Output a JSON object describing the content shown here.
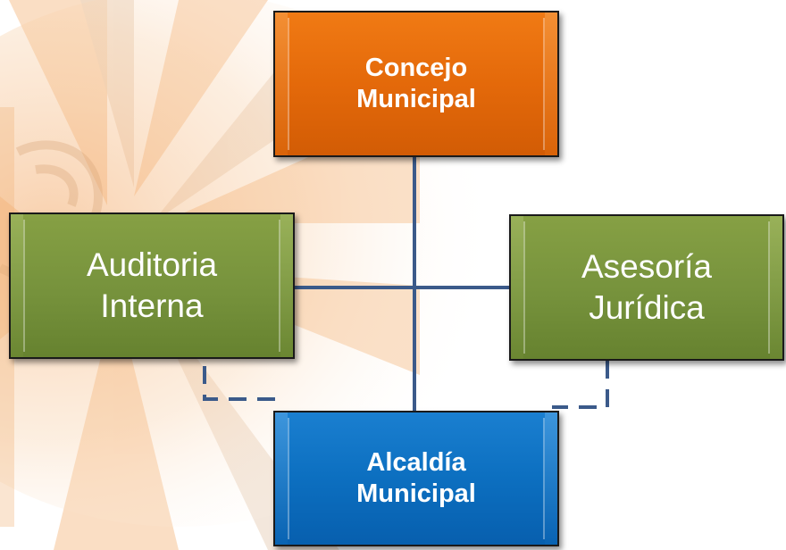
{
  "nodes": {
    "concejo": {
      "line1": "Concejo",
      "line2": "Municipal"
    },
    "auditoria": {
      "line1": "Auditoria",
      "line2": "Interna"
    },
    "asesoria": {
      "line1": "Asesoría",
      "line2": "Jurídica"
    },
    "alcaldia": {
      "line1": "Alcaldía",
      "line2": "Municipal"
    }
  },
  "colors": {
    "concejo": "#e4690a",
    "auditoria": "#76923c",
    "asesoria": "#76923c",
    "alcaldia": "#0c6fc0",
    "connector": "#3b5a8a"
  }
}
